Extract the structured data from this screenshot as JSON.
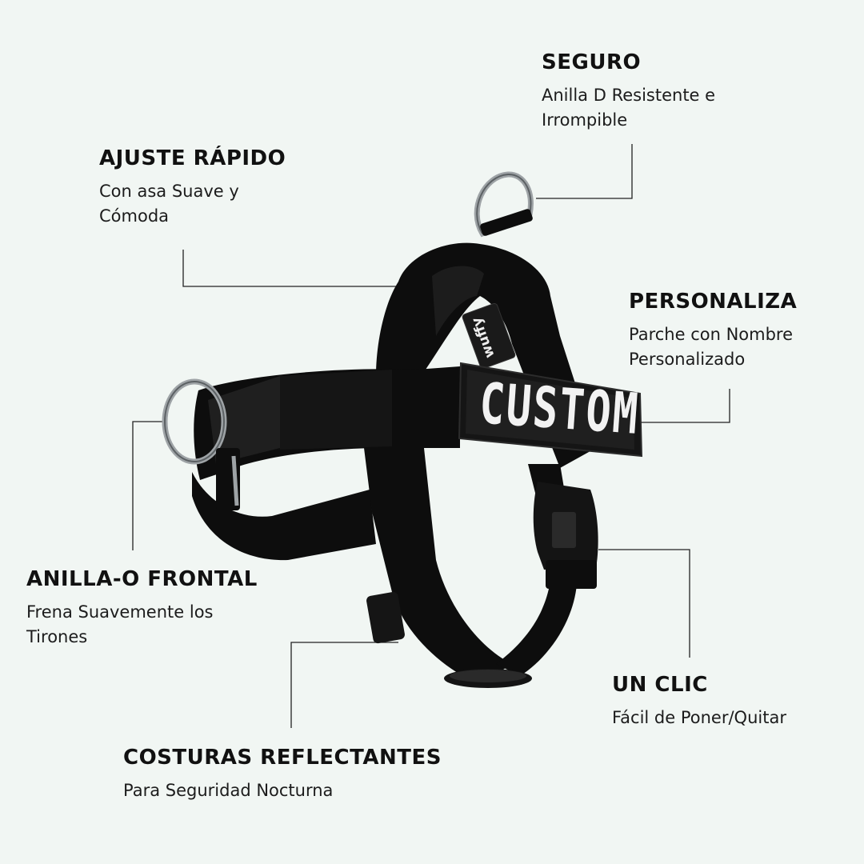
{
  "callouts": {
    "seguro": {
      "title": "SEGURO",
      "desc": "Anilla D Resistente e\nIrrompible"
    },
    "ajuste": {
      "title": "AJUSTE RÁPIDO",
      "desc": "Con asa Suave y\nCómoda"
    },
    "personaliza": {
      "title": "PERSONALIZA",
      "desc": "Parche con Nombre\nPersonalizado"
    },
    "anilla": {
      "title": "ANILLA-O FRONTAL",
      "desc": "Frena Suavemente los\nTirones"
    },
    "unclic": {
      "title": "UN CLIC",
      "desc": "Fácil de Poner/Quitar"
    },
    "costuras": {
      "title": "COSTURAS REFLECTANTES",
      "desc": "Para Seguridad Nocturna"
    }
  },
  "harness": {
    "brand_tag": "wuffy",
    "patch_text": "CUSTOM"
  },
  "colors": {
    "background": "#f1f6f3",
    "harness": "#0d0d0d",
    "metal": "#9ea3a6",
    "patch_text": "#f2f2f2",
    "line": "#222222"
  }
}
